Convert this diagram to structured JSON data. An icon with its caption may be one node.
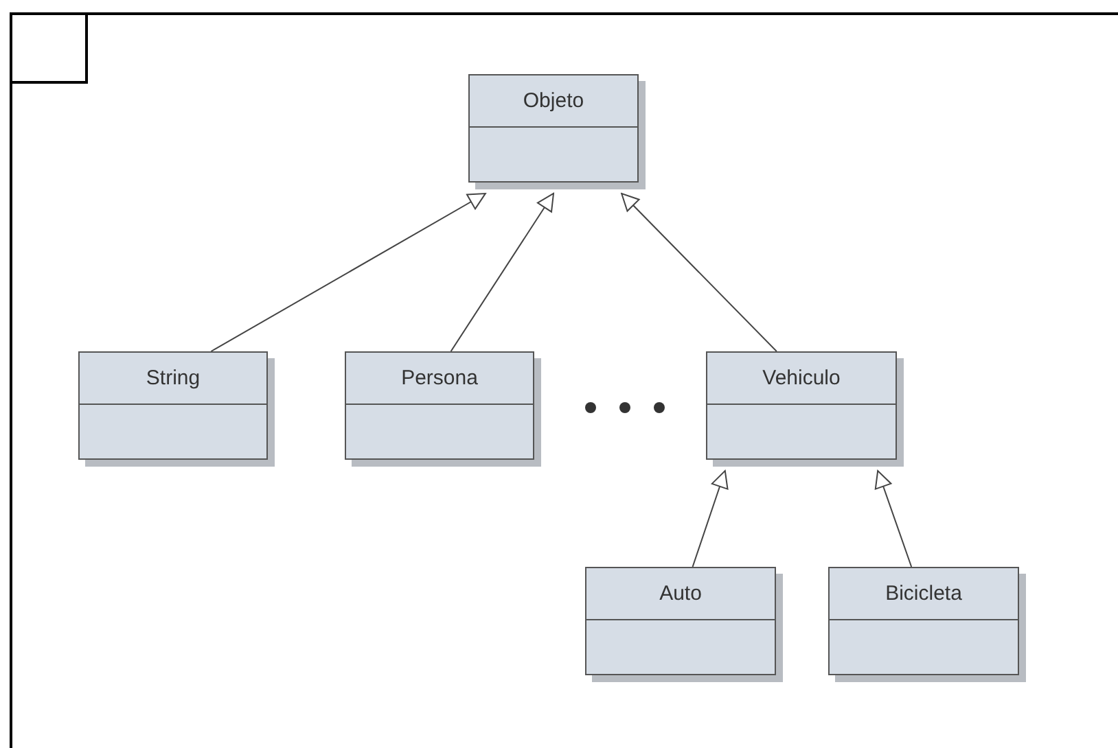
{
  "diagram": {
    "nodes": [
      {
        "text": [
          "Objeto"
        ]
      },
      {
        "text": [
          "String"
        ]
      },
      {
        "text": [
          "Persona"
        ]
      },
      {
        "text": [
          "Vehiculo"
        ]
      },
      {
        "text": [
          "Auto"
        ]
      },
      {
        "text": [
          "Bicicleta"
        ]
      }
    ],
    "edges": [
      {
        "from": 1,
        "to": 0,
        "arrow": "to"
      },
      {
        "from": 2,
        "to": 0,
        "arrow": "to"
      },
      {
        "from": 3,
        "to": 0,
        "arrow": "to"
      },
      {
        "from": 4,
        "to": 3,
        "arrow": "to"
      },
      {
        "from": 5,
        "to": 3,
        "arrow": "to"
      }
    ]
  }
}
